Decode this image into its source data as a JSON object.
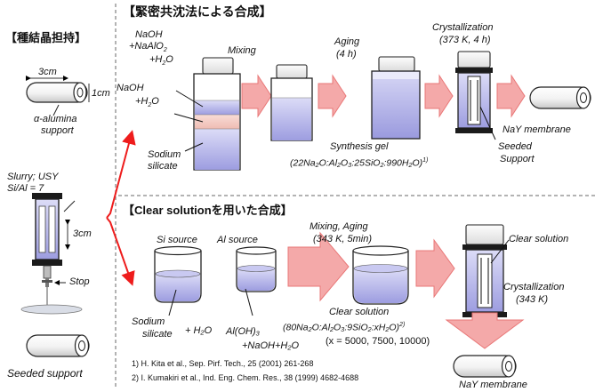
{
  "left_panel": {
    "title": "【種結晶担持】",
    "dim_length": "3cm",
    "dim_diameter": "1cm",
    "support_label_1": "α-alumina",
    "support_label_2": "support",
    "slurry_label_1": "Slurry; USY",
    "slurry_label_2": "Si/Al = 7",
    "dim_height": "3cm",
    "stop_label": "Stop",
    "seeded_label": "Seeded support"
  },
  "top_section": {
    "title": "【緊密共沈法による合成】",
    "naoh_line1": "NaOH",
    "naoh_line2": "+NaAlO",
    "naoh_line2_sub": "2",
    "naoh_line3": "+H",
    "naoh_line3_sub": "2",
    "naoh_line3_tail": "O",
    "naoh2_line1": "NaOH",
    "naoh2_line2": "+H",
    "naoh2_line2_sub": "2",
    "naoh2_line2_tail": "O",
    "sodium_line1": "Sodium",
    "sodium_line2": "silicate",
    "mixing": "Mixing",
    "aging_1": "Aging",
    "aging_2": "(4 h)",
    "cryst_1": "Crystallization",
    "cryst_2": "(373 K, 4 h)",
    "gel_label": "Synthesis gel",
    "gel_formula": "(22Na₂O:Al₂O₃:25SiO₂:990H₂O)",
    "gel_ref": "1)",
    "nay_membrane": "NaY membrane",
    "seeded_1": "Seeded",
    "seeded_2": "Support"
  },
  "bottom_section": {
    "title": "【Clear solutionを用いた合成】",
    "si_source": "Si source",
    "al_source": "Al source",
    "mix_aging_1": "Mixing, Aging",
    "mix_aging_2": "(343 K, 5min)",
    "clear_solution_top": "Clear solution",
    "cryst_1": "Crystallization",
    "cryst_2": "(343 K)",
    "sodium_1": "Sodium",
    "sodium_2": "silicate",
    "plus_h2o": "+ H₂O",
    "aloh3": "Al(OH)₃",
    "naoh_h2o": "+NaOH+H₂O",
    "clear_solution_label": "Clear solution",
    "clear_formula": "(80Na₂O:Al₂O₃:9SiO₂:xH₂O)",
    "clear_ref": "2)",
    "x_values": "(x = 5000, 7500, 10000)",
    "nay_membrane": "NaY membrane"
  },
  "references": [
    "1) H. Kita et al., Sep. Pirf. Tech., 25 (2001) 261-268",
    "2) I. Kumakiri et al., Ind. Eng. Chem. Res., 38 (1999) 4682-4688"
  ],
  "colors": {
    "arrow_fill": "#f4a9a9",
    "arrow_stroke": "#e97777",
    "liquid_blue": "#a7a7e3",
    "liquid_pink": "#f2c4bc",
    "red_arrow": "#ee1c1c",
    "divider": "#9a9a9a"
  }
}
